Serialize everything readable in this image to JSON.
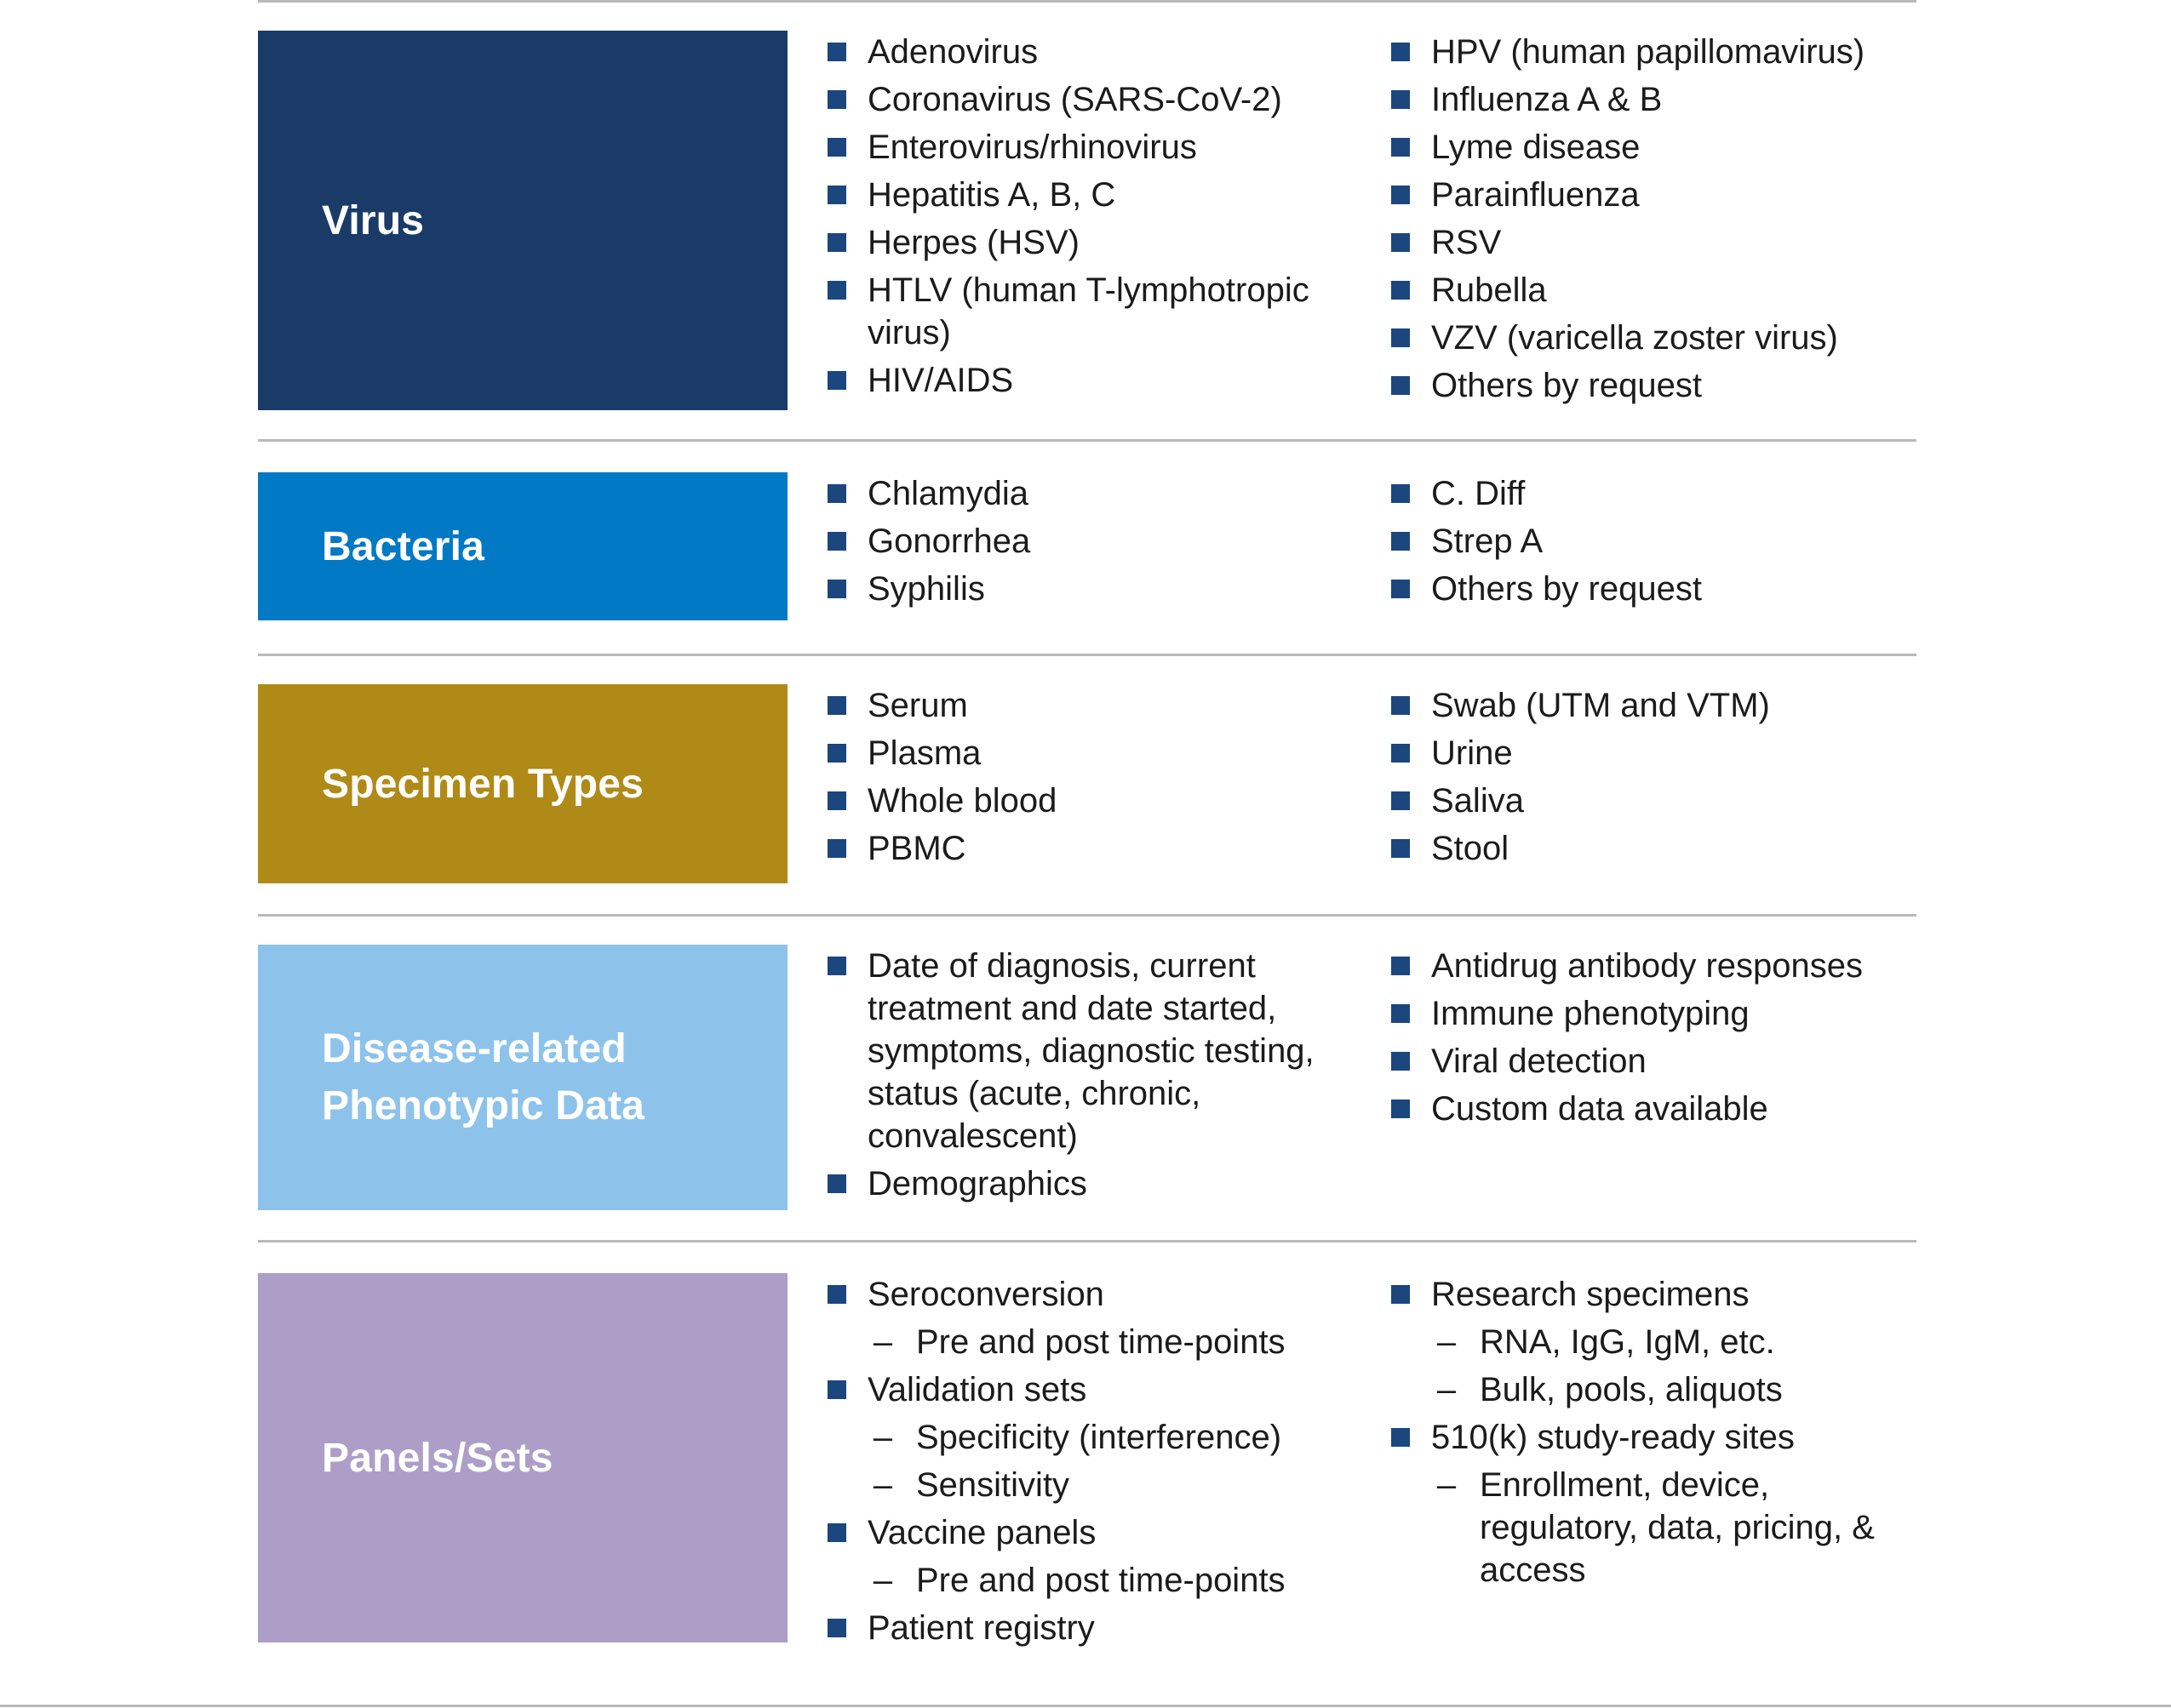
{
  "colors": {
    "virus": "#1a3b67",
    "bacteria": "#0279c4",
    "specimen": "#b08a17",
    "phenotypic": "#8dc3ea",
    "panels": "#ad9ec8",
    "bullet": "#1c467e",
    "divider": "#b9b9b9"
  },
  "rows": [
    {
      "label_lines": [
        "Virus"
      ],
      "left": [
        {
          "text": "Adenovirus",
          "sub": false
        },
        {
          "text": "Coronavirus (SARS-CoV-2)",
          "sub": false
        },
        {
          "text": "Enterovirus/rhinovirus",
          "sub": false
        },
        {
          "text": "Hepatitis A, B, C",
          "sub": false
        },
        {
          "text": "Herpes (HSV)",
          "sub": false
        },
        {
          "text": "HTLV (human T-lymphotropic virus)",
          "sub": false
        },
        {
          "text": "HIV/AIDS",
          "sub": false
        }
      ],
      "right": [
        {
          "text": "HPV (human papillomavirus)",
          "sub": false
        },
        {
          "text": "Influenza A & B",
          "sub": false
        },
        {
          "text": "Lyme disease",
          "sub": false
        },
        {
          "text": "Parainfluenza",
          "sub": false
        },
        {
          "text": "RSV",
          "sub": false
        },
        {
          "text": "Rubella",
          "sub": false
        },
        {
          "text": "VZV (varicella zoster virus)",
          "sub": false
        },
        {
          "text": "Others by request",
          "sub": false
        }
      ]
    },
    {
      "label_lines": [
        "Bacteria"
      ],
      "left": [
        {
          "text": "Chlamydia",
          "sub": false
        },
        {
          "text": "Gonorrhea",
          "sub": false
        },
        {
          "text": "Syphilis",
          "sub": false
        }
      ],
      "right": [
        {
          "text": "C. Diff",
          "sub": false
        },
        {
          "text": "Strep A",
          "sub": false
        },
        {
          "text": "Others by request",
          "sub": false
        }
      ]
    },
    {
      "label_lines": [
        "Specimen Types"
      ],
      "left": [
        {
          "text": "Serum",
          "sub": false
        },
        {
          "text": "Plasma",
          "sub": false
        },
        {
          "text": "Whole blood",
          "sub": false
        },
        {
          "text": "PBMC",
          "sub": false
        }
      ],
      "right": [
        {
          "text": "Swab (UTM and VTM)",
          "sub": false
        },
        {
          "text": "Urine",
          "sub": false
        },
        {
          "text": "Saliva",
          "sub": false
        },
        {
          "text": "Stool",
          "sub": false
        }
      ]
    },
    {
      "label_lines": [
        "Disease-related",
        "Phenotypic Data"
      ],
      "left": [
        {
          "text": "Date of diagnosis, current treatment and date started, symptoms, diagnostic testing, status (acute, chronic, convalescent)",
          "sub": false
        },
        {
          "text": "Demographics",
          "sub": false
        }
      ],
      "right": [
        {
          "text": "Antidrug antibody responses",
          "sub": false
        },
        {
          "text": "Immune phenotyping",
          "sub": false
        },
        {
          "text": "Viral detection",
          "sub": false
        },
        {
          "text": "Custom data available",
          "sub": false
        }
      ]
    },
    {
      "label_lines": [
        "Panels/Sets"
      ],
      "left": [
        {
          "text": "Seroconversion",
          "sub": false
        },
        {
          "text": "Pre and post time-points",
          "sub": true
        },
        {
          "text": "Validation sets",
          "sub": false
        },
        {
          "text": "Specificity (interference)",
          "sub": true
        },
        {
          "text": "Sensitivity",
          "sub": true
        },
        {
          "text": "Vaccine panels",
          "sub": false
        },
        {
          "text": "Pre and post time-points",
          "sub": true
        },
        {
          "text": "Patient registry",
          "sub": false
        }
      ],
      "right": [
        {
          "text": "Research specimens",
          "sub": false
        },
        {
          "text": "RNA, IgG, IgM, etc.",
          "sub": true
        },
        {
          "text": "Bulk, pools, aliquots",
          "sub": true
        },
        {
          "text": "510(k) study-ready sites",
          "sub": false
        },
        {
          "text": "Enrollment, device, regulatory, data, pricing, & access",
          "sub": true
        }
      ]
    }
  ],
  "sub_marker": "–"
}
